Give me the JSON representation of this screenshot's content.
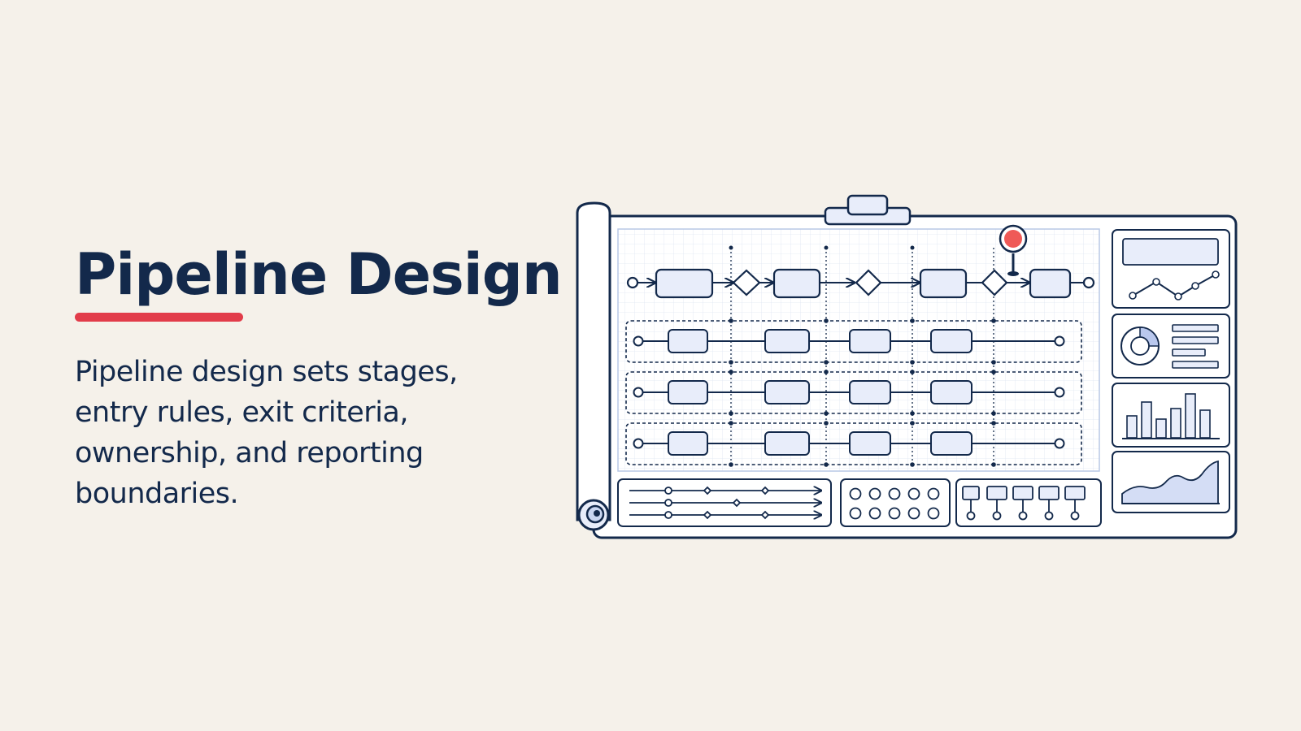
{
  "slide": {
    "title": "Pipeline Design",
    "description": "Pipeline design sets stages, entry rules, exit criteria, ownership, and reporting boundaries."
  },
  "colors": {
    "background": "#f5f1ea",
    "ink": "#13294b",
    "accent_red": "#e23c4a",
    "node_fill": "#e8edfa",
    "board_fill": "#ffffff"
  },
  "illustration": {
    "main_flow": [
      "start",
      "box",
      "decision",
      "box",
      "decision",
      "box",
      "decision",
      "box",
      "end"
    ],
    "swimlanes": 3,
    "lane_nodes_per_lane": 4,
    "icons": [
      "pin-marker-icon",
      "line-chart-icon",
      "donut-chart-icon",
      "bar-chart-icon",
      "area-chart-icon",
      "scroll-icon",
      "clip-icon"
    ],
    "bar_chart_values": [
      3,
      5,
      2.5,
      4,
      6,
      4
    ],
    "line_chart_values": [
      1,
      3,
      1,
      2,
      4
    ],
    "donut_fraction": 0.3
  }
}
